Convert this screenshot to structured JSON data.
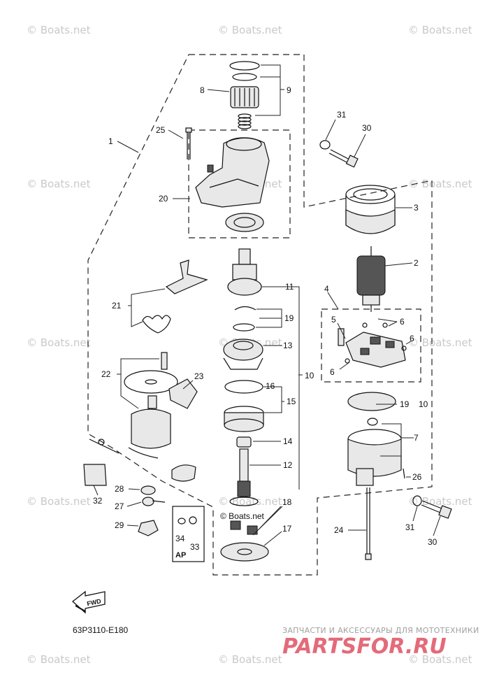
{
  "watermarks": [
    "© Boats.net"
  ],
  "diagram_code": "63P3110-E180",
  "fwd_label": "FWD",
  "ap_label": "AP",
  "footer_caption": "ЗАПЧАСТИ И АКСЕССУАРЫ ДЛЯ МОТОТЕХНИКИ",
  "footer_logo": "PARTSFOR.RU",
  "callouts": [
    "1",
    "2",
    "3",
    "4",
    "5",
    "6",
    "6",
    "6",
    "7",
    "8",
    "9",
    "10",
    "10",
    "11",
    "12",
    "13",
    "14",
    "15",
    "16",
    "17",
    "18",
    "19",
    "19",
    "20",
    "21",
    "22",
    "23",
    "24",
    "25",
    "26",
    "27",
    "28",
    "29",
    "30",
    "30",
    "31",
    "31",
    "32",
    "33",
    "34"
  ],
  "inline_watermark": "© Boats.net"
}
